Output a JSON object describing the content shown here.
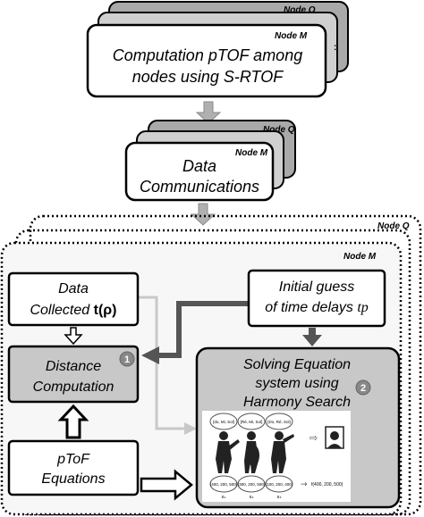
{
  "top_stack": {
    "back_node_label": "Node Q",
    "front_node_label": "Node M",
    "line1": "Computation pTOF among",
    "line2": "nodes using S-RTOF"
  },
  "mid_stack": {
    "back_node_label": "Node Q",
    "front_node_label": "Node M",
    "line1": "Data",
    "line2": "Communications"
  },
  "bottom_stack": {
    "back_node_label": "Node Q",
    "front_node_label": "Node M"
  },
  "data_collected": {
    "line1": "Data",
    "line2_text": "Collected ",
    "line2_symbol": "t(ρ)"
  },
  "initial_guess": {
    "line1": "Initial guess",
    "line2_text": "of time delays ",
    "line2_symbol": "tp"
  },
  "distance": {
    "line1": "Distance",
    "line2": "Computation",
    "badge": "1"
  },
  "ptof": {
    "line1": "pToF",
    "line2": "Equations"
  },
  "solving": {
    "line1": "Solving Equation",
    "line2": "system using",
    "line3": "Harmony Search",
    "badge": "2",
    "bubbles_top": [
      "{do, Mi, Sol}",
      "{Ré, Mi, Sol}",
      "{Do, Ré, Sol}"
    ],
    "bubbles_bottom": [
      "{400, 200, 500}",
      "{300, 200, 500}",
      "{100, 200, 400}"
    ],
    "result_label": "f(400, 200, 500)",
    "sub_labels": [
      "x₁",
      "x₂",
      "x₃"
    ]
  }
}
